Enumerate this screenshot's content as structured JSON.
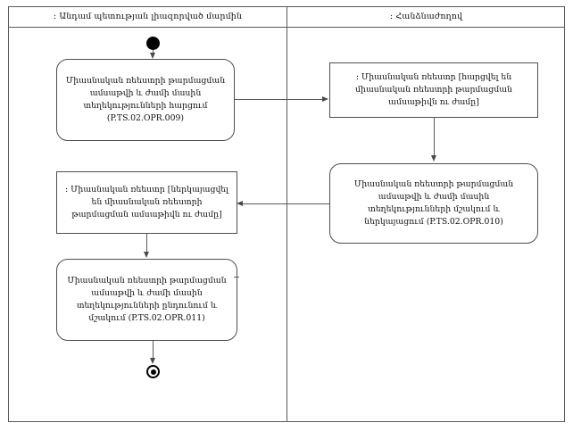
{
  "diagram": {
    "type": "uml-activity-swimlane",
    "lanes": [
      {
        "id": "lane-left",
        "title": ": Անդամ պետության լիազորված մարմին"
      },
      {
        "id": "lane-right",
        "title": ": Հանձնաժողով"
      }
    ],
    "nodes": {
      "start": {
        "name": "initial-node",
        "shape": "filled-circle"
      },
      "end": {
        "name": "final-node",
        "shape": "circle-in-ring"
      },
      "request": {
        "lane": "lane-left",
        "shape": "rounded-rectangle",
        "text": "Միասնական ռեեստրի թարմացման ամսաթվի և ժամի մասին տեղեկությունների հարցում (P.TS.02.OPR.009)"
      },
      "object_right": {
        "lane": "lane-right",
        "shape": "rectangle",
        "text": ": Միասնական ռեեստր [հարցվել են միասնական ռեեստրի թարմացման ամսաթիվն ու ժամը]"
      },
      "process_right": {
        "lane": "lane-right",
        "shape": "rounded-rectangle",
        "text": "Միասնական ռեեստրի թարմացման ամսաթվի և ժամի մասին տեղեկությունների մշակում և ներկայացում (P.TS.02.OPR.010)"
      },
      "object_left": {
        "lane": "lane-left",
        "shape": "rectangle",
        "text": ": Միասնական ռեեստր [ներկայացվել են միասնական ռեեստրի թարմացման ամսաթիվն ու ժամը]"
      },
      "receive": {
        "lane": "lane-left",
        "shape": "rounded-rectangle",
        "text": "Միասնական ռեեստրի թարմացման ամսաթվի և ժամի մասին տեղեկությունների ընդունում և մշակում (P.TS.02.OPR.011)"
      }
    },
    "colors": {
      "frame": "#595959",
      "node_border": "#4d4d4d",
      "edge": "#5a5a5a",
      "marker": "#000000",
      "background": "#ffffff"
    }
  }
}
